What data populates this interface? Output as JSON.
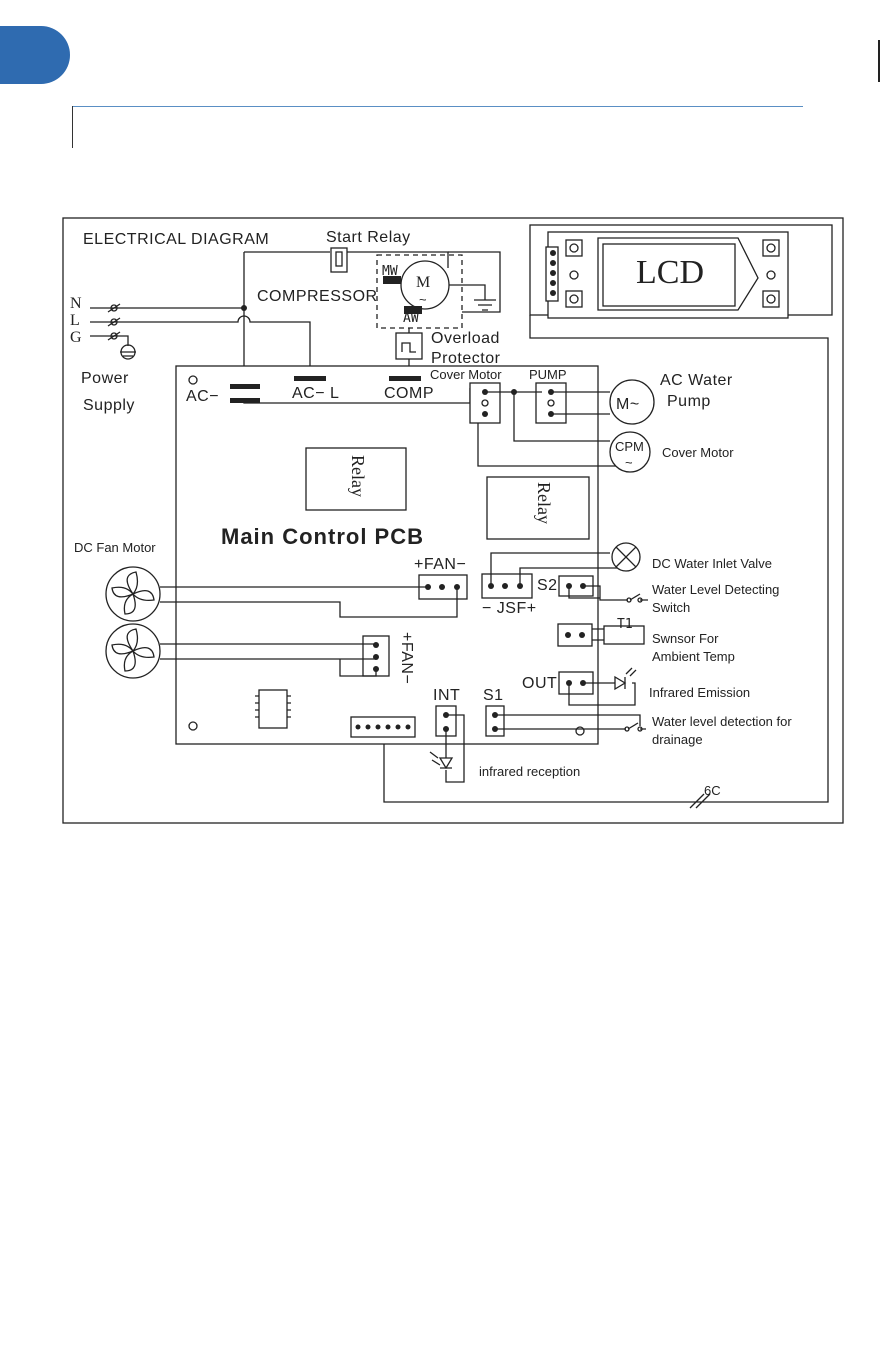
{
  "colors": {
    "accent": "#2f6bb0",
    "rule": "#5a8fc4",
    "ink": "#222222"
  },
  "diagram": {
    "title": "ELECTRICAL DIAGRAM",
    "start_relay": "Start Relay",
    "compressor": "COMPRESSOR",
    "motor_m": "M",
    "tilde": "~",
    "mw": "MW",
    "aw": "AW",
    "overload_1": "Overload",
    "overload_2": "Protector",
    "lcd": "LCD",
    "line_n": "N",
    "line_l": "L",
    "line_g": "G",
    "power_1": "Power",
    "power_2": "Supply",
    "ac_n": "AC−",
    "ac_l": "AC− L",
    "comp": "COMP",
    "cover_motor_top": "Cover Motor",
    "pump": "PUMP",
    "ac_water_1": "AC Water",
    "ac_water_2": "Pump",
    "m_tilde": "M~",
    "cpm": "CPM",
    "cover_motor_right": "Cover Motor",
    "relay": "Relay",
    "main_pcb": "Main Control PCB",
    "dc_fan_motor": "DC Fan Motor",
    "fan_top": "+FAN−",
    "fan_side": "+FAN−",
    "jsf": "− JSF+",
    "dc_inlet": "DC Water Inlet Valve",
    "s2": "S2",
    "water_level_1": "Water Level Detecting",
    "water_level_2": "Switch",
    "t1": "T1",
    "sensor_1": "Swnsor For",
    "sensor_2": "Ambient Temp",
    "out": "OUT",
    "ir_emission": "Infrared Emission",
    "int": "INT",
    "s1": "S1",
    "drain_1": "Water level detection for",
    "drain_2": "drainage",
    "ir_reception": "infrared reception",
    "wire_count": "6C"
  }
}
